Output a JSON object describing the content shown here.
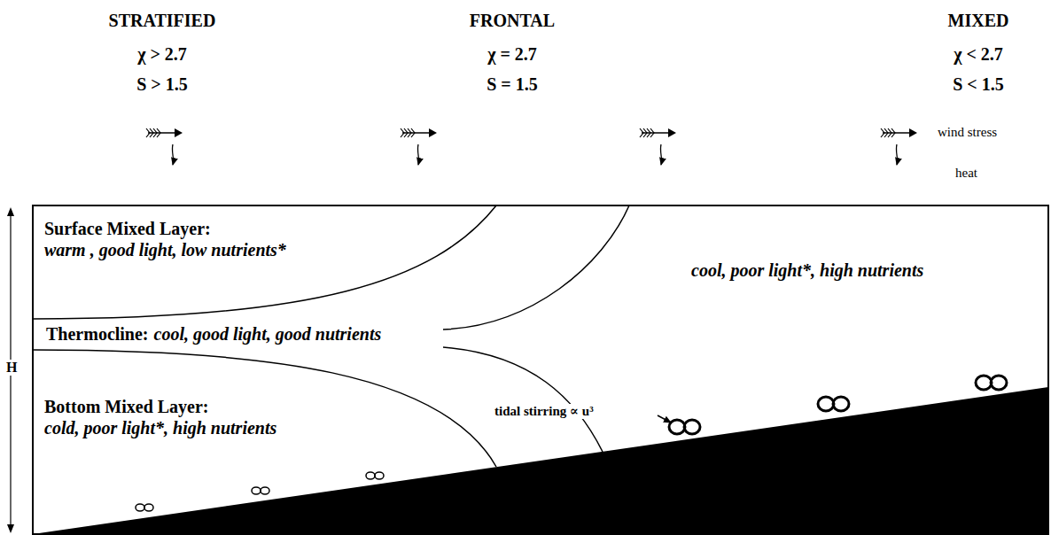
{
  "diagram": {
    "nodes": [
      {
        "text": [
          "Surface Mixed Layer:",
          "warm , good light, low nutrients*"
        ]
      },
      {
        "text": [
          "Thermocline:",
          "cool, good light, good nutrients"
        ]
      },
      {
        "text": [
          "Bottom Mixed Layer:",
          "cold, poor light*, high nutrients"
        ]
      },
      {
        "text": [
          "cool, poor light*, high nutrients"
        ]
      }
    ],
    "labels": [
      "STRATIFIED",
      "χ > 2.7",
      "S > 1.5",
      "FRONTAL",
      "χ = 2.7",
      "S = 1.5",
      "MIXED",
      "χ < 2.7",
      "S < 1.5",
      "wind stress",
      "heat",
      "H",
      "tidal stirring ∝ u³"
    ]
  }
}
